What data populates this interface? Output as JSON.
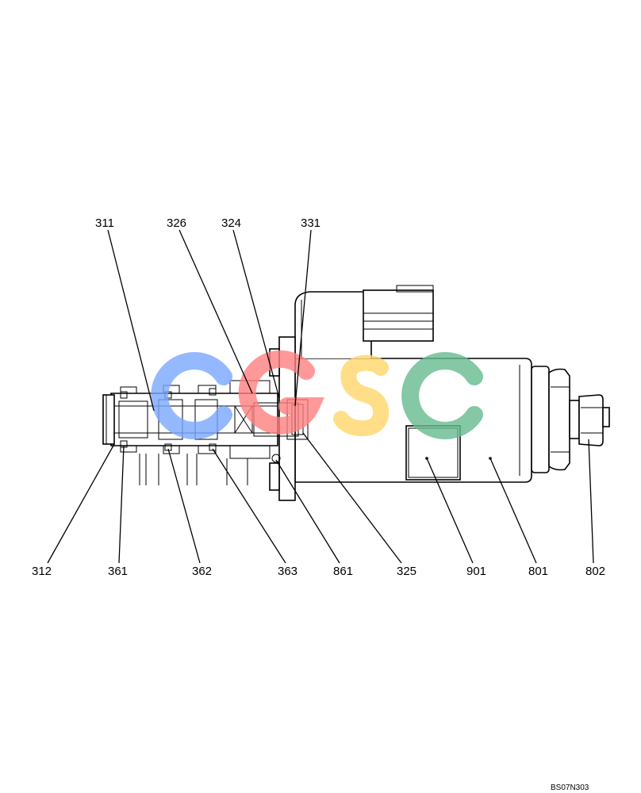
{
  "diagram": {
    "drawing_code": "BS07N303",
    "watermark": {
      "letters": [
        "C",
        "G",
        "S",
        "C"
      ],
      "colors": [
        "#7aa7ff",
        "#ff8080",
        "#ffd76a",
        "#66bb90"
      ]
    },
    "labels": {
      "l311": "311",
      "l326": "326",
      "l324": "324",
      "l331": "331",
      "l312": "312",
      "l361": "361",
      "l362": "362",
      "l363": "363",
      "l861": "861",
      "l325": "325",
      "l901": "901",
      "l801": "801",
      "l802": "802"
    }
  }
}
